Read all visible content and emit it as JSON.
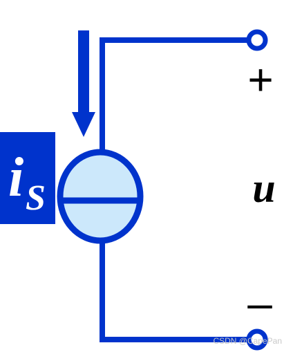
{
  "labels": {
    "source_symbol": "i",
    "source_subscript": "S",
    "voltage": "u",
    "plus": "+",
    "minus": "–"
  },
  "watermark": "CSDN @CapePan",
  "colors": {
    "wire": "#0033cc",
    "source_fill": "#cce8fb",
    "label_box": "#0033cc",
    "label_text": "#ffffff",
    "terminal_fill": "#ffffff",
    "text": "#000000",
    "watermark": "#c8c8c8"
  }
}
